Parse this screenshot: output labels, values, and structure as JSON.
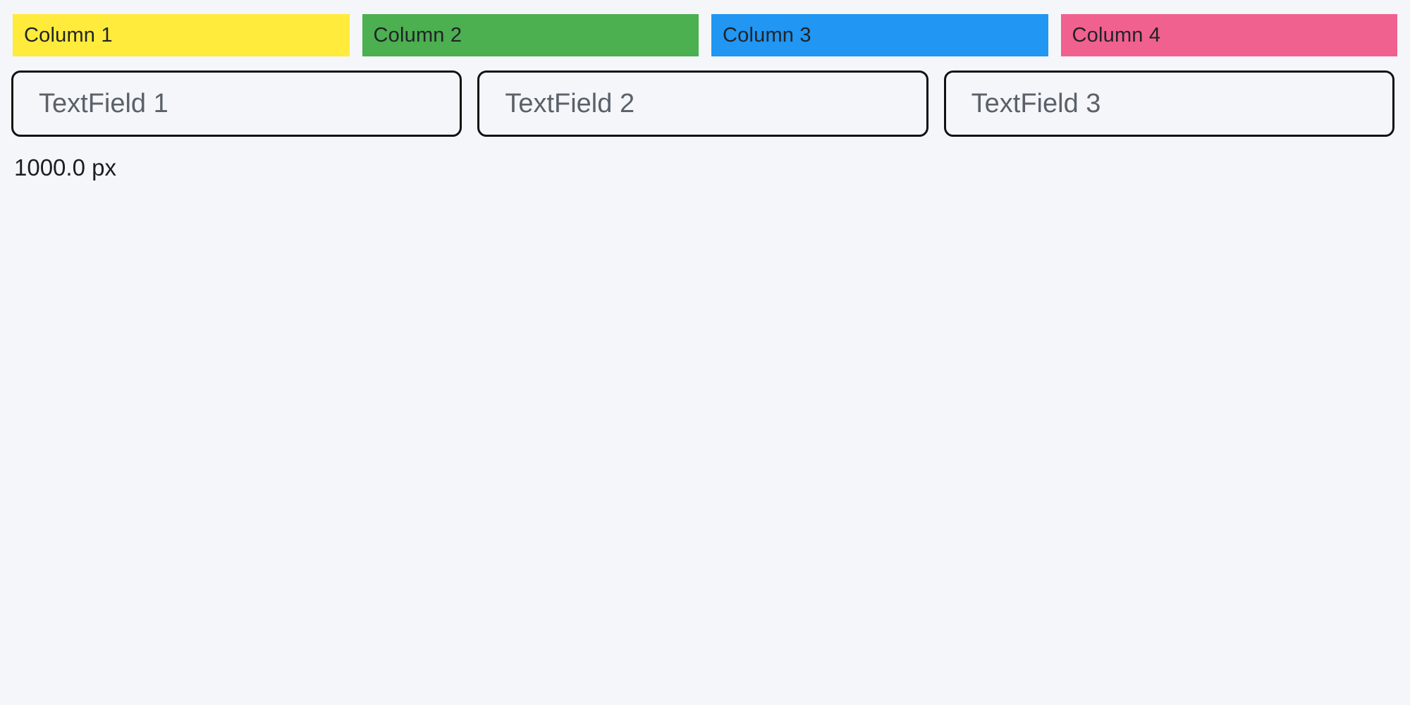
{
  "page": {
    "background_color": "#F5F6FA"
  },
  "columns": [
    {
      "label": "Column 1",
      "color": "#FFEB3B"
    },
    {
      "label": "Column 2",
      "color": "#4CAF50"
    },
    {
      "label": "Column 3",
      "color": "#2196F3"
    },
    {
      "label": "Column 4",
      "color": "#F0618F"
    }
  ],
  "text_fields": [
    {
      "placeholder": "TextField 1",
      "value": ""
    },
    {
      "placeholder": "TextField 2",
      "value": ""
    },
    {
      "placeholder": "TextField 3",
      "value": ""
    }
  ],
  "footer": {
    "width_label": "1000.0 px"
  }
}
